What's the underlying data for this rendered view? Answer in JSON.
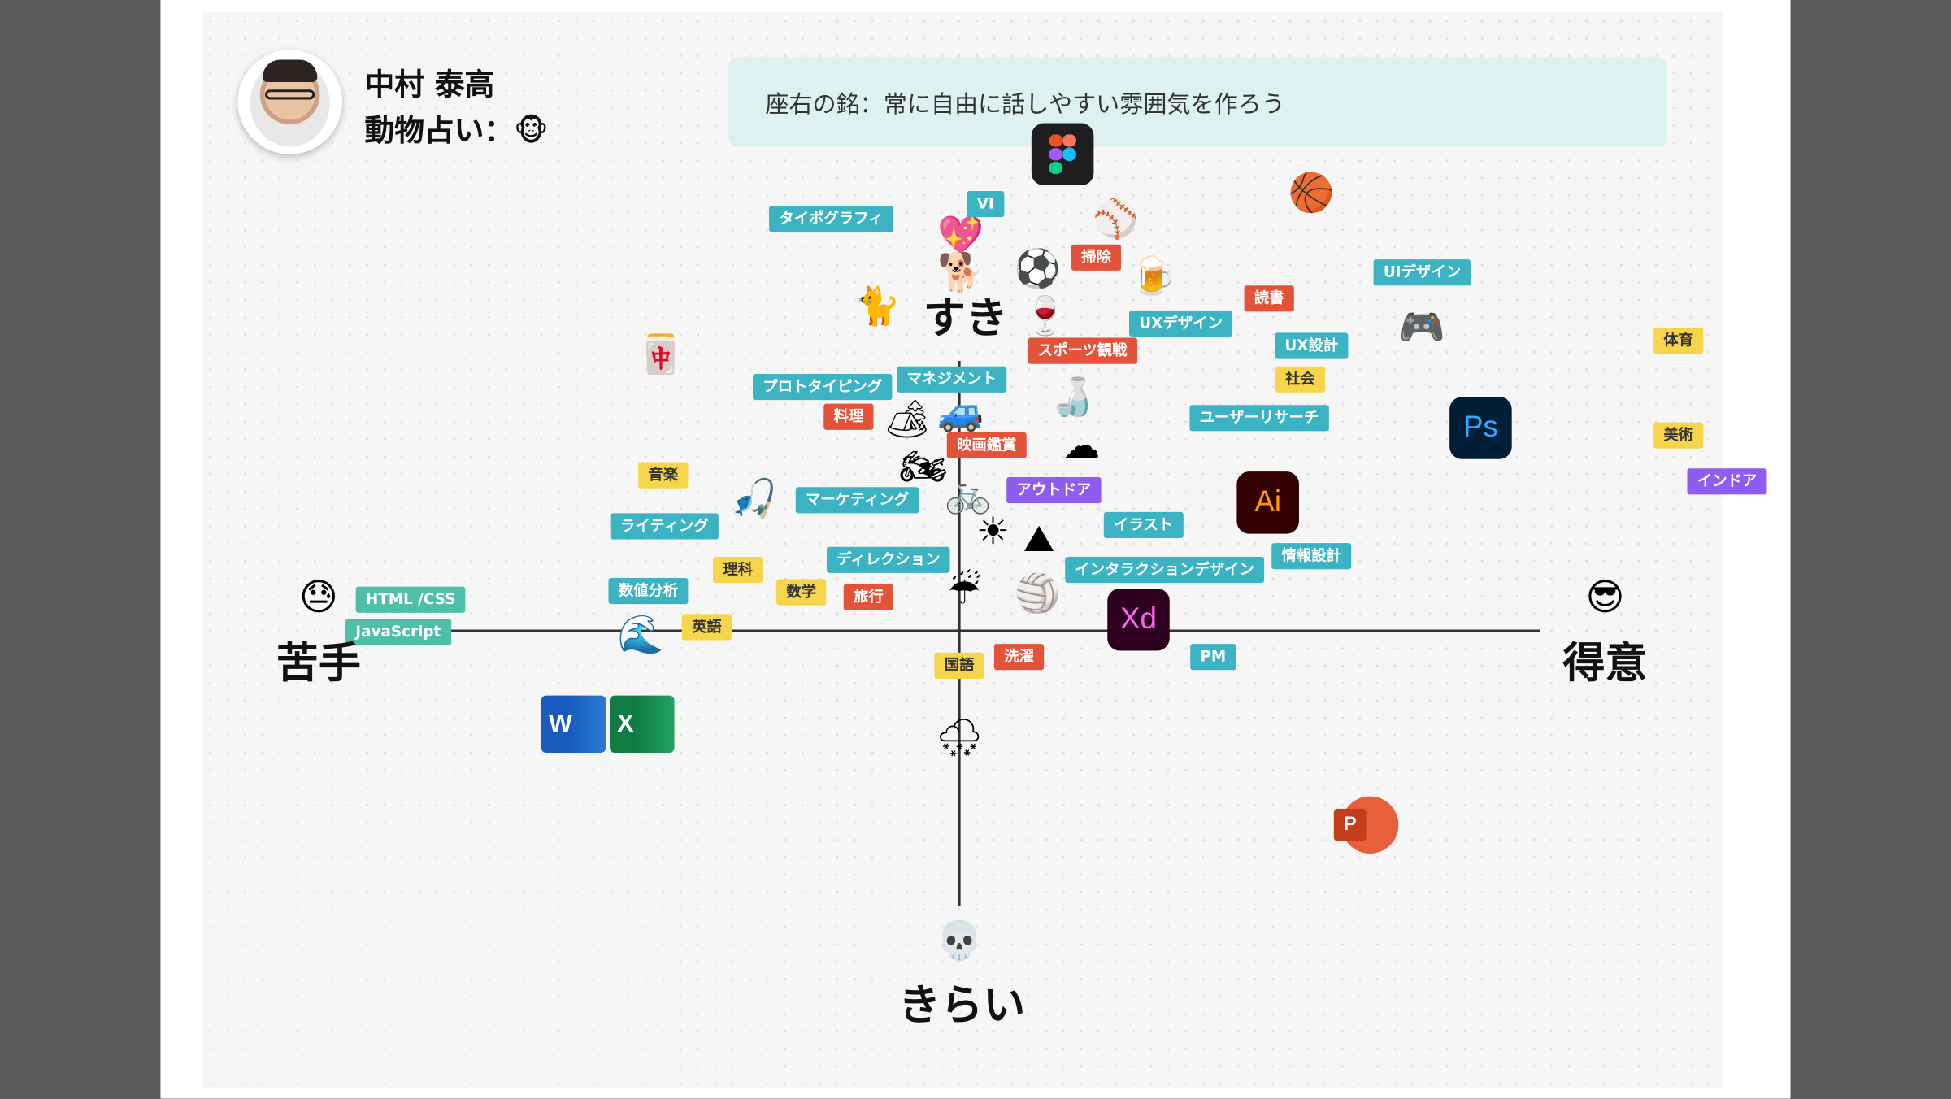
{
  "profile": {
    "name": "中村 泰高",
    "animal_label": "動物占い：",
    "animal_icon": "monkey-face",
    "animal_glyph": "🐵",
    "motto": "座右の銘：常に自由に話しやすい雰囲気を作ろう"
  },
  "axes": {
    "top": "すき",
    "bottom": "きらい",
    "left": "苦手",
    "right": "得意"
  },
  "colors": {
    "skill": "#3bb3c3",
    "hobby": "#e2533a",
    "subject": "#f7d54a",
    "style": "#8e5cf0",
    "code": "#4fbfa9"
  },
  "tags": [
    {
      "label": "タイポグラフィ",
      "category": "skill"
    },
    {
      "label": "VI",
      "category": "skill"
    },
    {
      "label": "掃除",
      "category": "hobby"
    },
    {
      "label": "読書",
      "category": "hobby"
    },
    {
      "label": "UIデザイン",
      "category": "skill"
    },
    {
      "label": "UXデザイン",
      "category": "skill"
    },
    {
      "label": "UX設計",
      "category": "skill"
    },
    {
      "label": "社会",
      "category": "subject"
    },
    {
      "label": "体育",
      "category": "subject"
    },
    {
      "label": "スポーツ観戦",
      "category": "hobby"
    },
    {
      "label": "マネジメント",
      "category": "skill"
    },
    {
      "label": "プロトタイピング",
      "category": "skill"
    },
    {
      "label": "料理",
      "category": "hobby"
    },
    {
      "label": "ユーザーリサーチ",
      "category": "skill"
    },
    {
      "label": "映画鑑賞",
      "category": "hobby"
    },
    {
      "label": "美術",
      "category": "subject"
    },
    {
      "label": "インドア",
      "category": "style"
    },
    {
      "label": "音楽",
      "category": "subject"
    },
    {
      "label": "アウトドア",
      "category": "style"
    },
    {
      "label": "マーケティング",
      "category": "skill"
    },
    {
      "label": "ライティング",
      "category": "skill"
    },
    {
      "label": "イラスト",
      "category": "skill"
    },
    {
      "label": "ディレクション",
      "category": "skill"
    },
    {
      "label": "情報設計",
      "category": "skill"
    },
    {
      "label": "インタラクションデザイン",
      "category": "skill"
    },
    {
      "label": "理科",
      "category": "subject"
    },
    {
      "label": "数値分析",
      "category": "skill"
    },
    {
      "label": "数学",
      "category": "subject"
    },
    {
      "label": "旅行",
      "category": "hobby"
    },
    {
      "label": "HTML /CSS",
      "category": "code"
    },
    {
      "label": "JavaScript",
      "category": "code"
    },
    {
      "label": "英語",
      "category": "subject"
    },
    {
      "label": "国語",
      "category": "subject"
    },
    {
      "label": "洗濯",
      "category": "hobby"
    },
    {
      "label": "PM",
      "category": "skill"
    }
  ],
  "emoji_icons": [
    "basketball",
    "baseball",
    "sparkling-heart",
    "dog",
    "cat",
    "soccer-ball",
    "beer-mug",
    "wine-glass",
    "game-controller",
    "mahjong-tile",
    "car",
    "camping",
    "sake",
    "cloud",
    "motorcycle",
    "fishing",
    "bicycle",
    "sun",
    "mountain",
    "umbrella-rain",
    "volleyball",
    "wave",
    "sweat-face",
    "sunglasses-face",
    "skull",
    "snow-cloud"
  ],
  "apps": [
    {
      "icon": "figma-icon",
      "label": ""
    },
    {
      "icon": "photoshop-icon",
      "label": "Ps"
    },
    {
      "icon": "illustrator-icon",
      "label": "Ai"
    },
    {
      "icon": "xd-icon",
      "label": "Xd"
    },
    {
      "icon": "word-icon",
      "label": "W"
    },
    {
      "icon": "excel-icon",
      "label": "X"
    },
    {
      "icon": "powerpoint-icon",
      "label": "P"
    }
  ]
}
